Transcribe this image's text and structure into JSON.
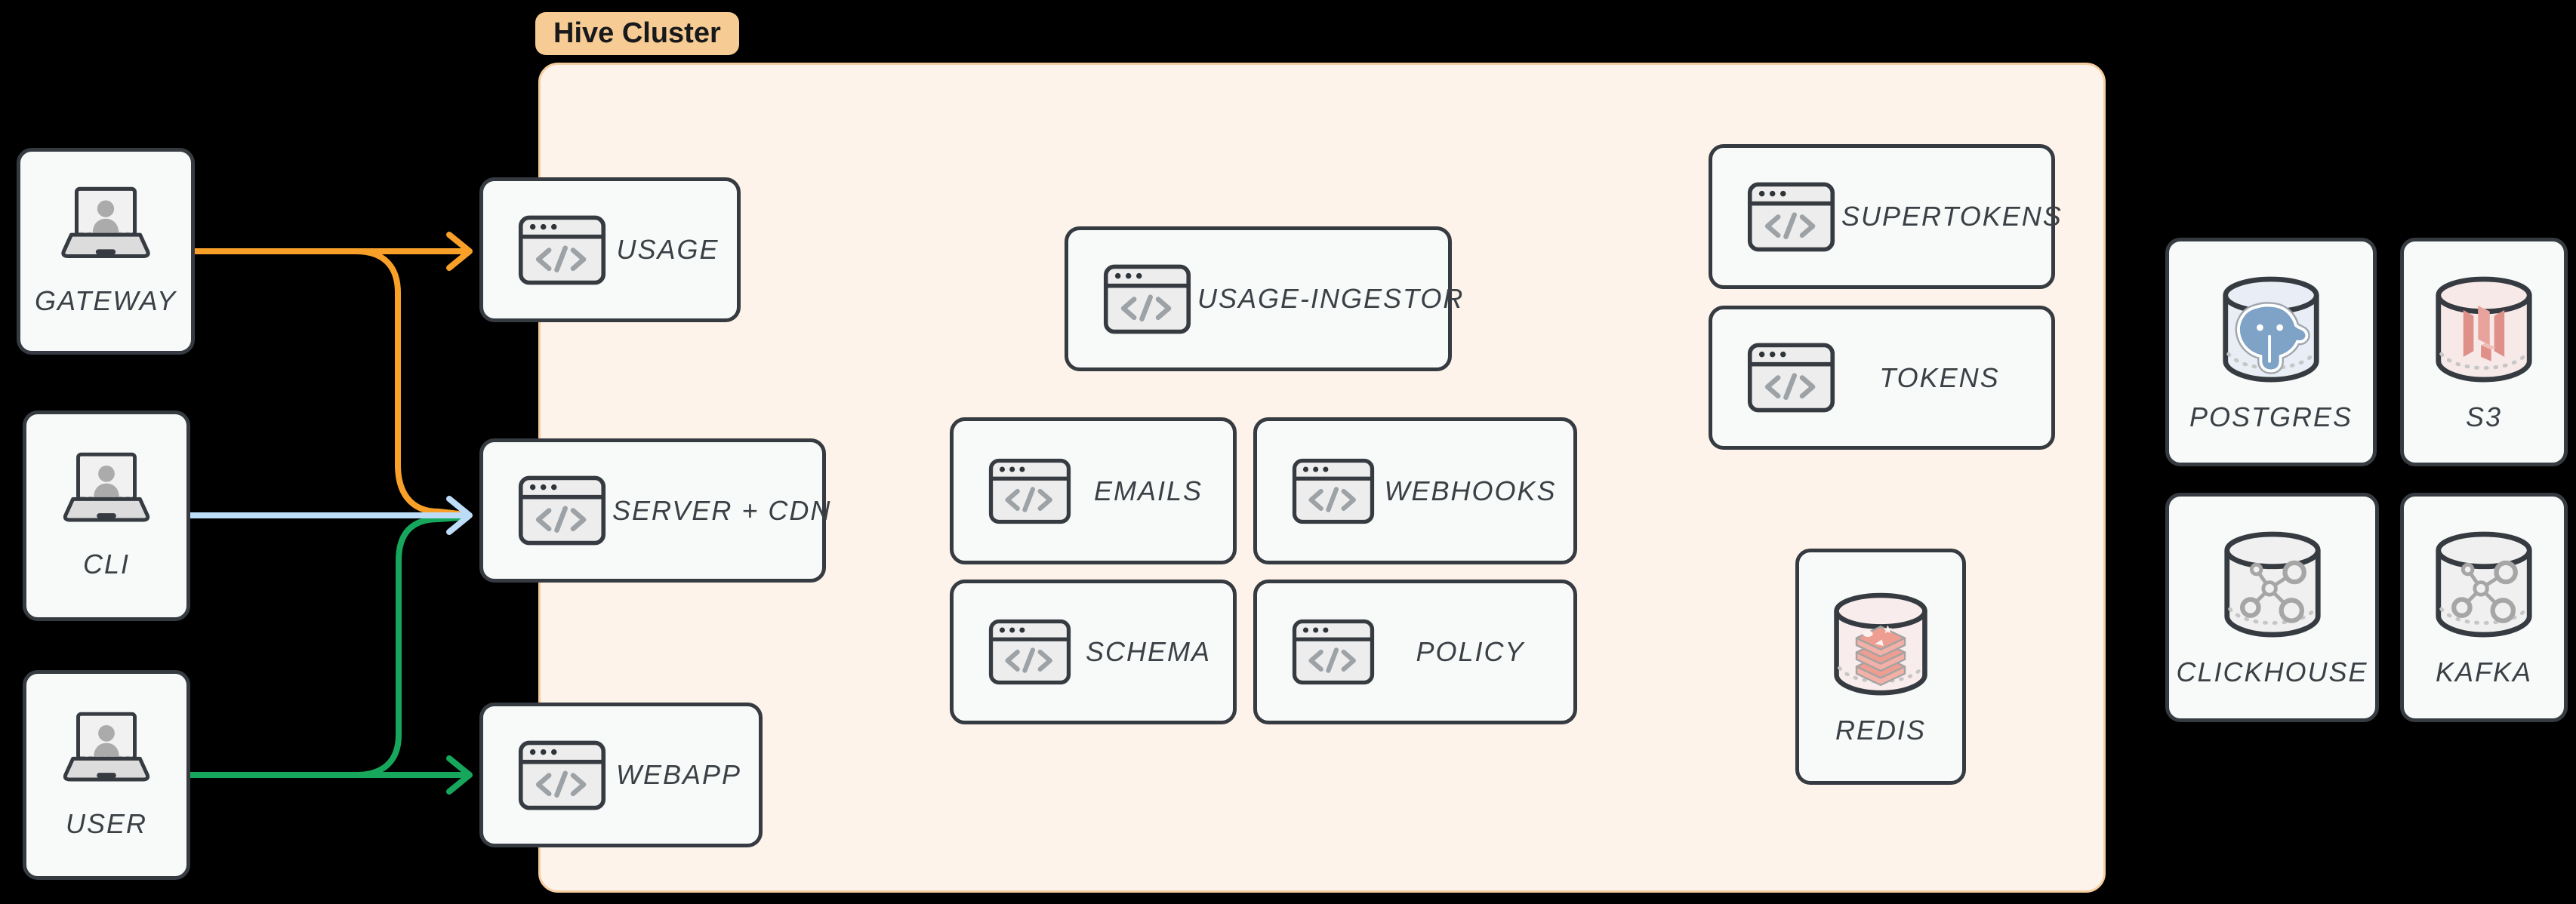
{
  "diagram": {
    "background_color": "#000000",
    "title": "Hive architecture diagram"
  },
  "cluster": {
    "label": "Hive Cluster",
    "fill": "#FEF3EA",
    "border_color": "#F5CD9F",
    "pill_bg": "#F7CB94",
    "pill_text_color": "#17191B"
  },
  "nodes": {
    "gateway": {
      "label": "GATEWAY",
      "type": "client",
      "icon": "laptop-user-icon"
    },
    "cli": {
      "label": "CLI",
      "type": "client",
      "icon": "laptop-user-icon"
    },
    "user": {
      "label": "USER",
      "type": "client",
      "icon": "laptop-user-icon"
    },
    "usage": {
      "label": "USAGE",
      "type": "service",
      "icon": "code-window-icon"
    },
    "server_cdn": {
      "label": "SERVER + CDN",
      "type": "service",
      "icon": "code-window-icon"
    },
    "webapp": {
      "label": "WEBAPP",
      "type": "service",
      "icon": "code-window-icon"
    },
    "usage_ingestor": {
      "label": "USAGE-INGESTOR",
      "type": "service",
      "icon": "code-window-icon"
    },
    "emails": {
      "label": "EMAILS",
      "type": "service",
      "icon": "code-window-icon"
    },
    "webhooks": {
      "label": "WEBHOOKS",
      "type": "service",
      "icon": "code-window-icon"
    },
    "schema": {
      "label": "SCHEMA",
      "type": "service",
      "icon": "code-window-icon"
    },
    "policy": {
      "label": "POLICY",
      "type": "service",
      "icon": "code-window-icon"
    },
    "supertokens": {
      "label": "SUPERTOKENS",
      "type": "service",
      "icon": "code-window-icon"
    },
    "tokens": {
      "label": "TOKENS",
      "type": "service",
      "icon": "code-window-icon"
    },
    "redis": {
      "label": "REDIS",
      "type": "datastore",
      "icon": "redis-cylinder-icon"
    },
    "postgres": {
      "label": "POSTGRES",
      "type": "datastore",
      "icon": "postgres-cylinder-icon"
    },
    "s3": {
      "label": "S3",
      "type": "datastore",
      "icon": "s3-cylinder-icon"
    },
    "clickhouse": {
      "label": "CLICKHOUSE",
      "type": "datastore",
      "icon": "molecule-cylinder-icon"
    },
    "kafka": {
      "label": "KAFKA",
      "type": "datastore",
      "icon": "molecule-cylinder-icon"
    }
  },
  "edges": [
    {
      "from": "GATEWAY",
      "to": "USAGE",
      "color": "#F9A029"
    },
    {
      "from": "GATEWAY",
      "to": "SERVER + CDN",
      "color": "#F9A029"
    },
    {
      "from": "CLI",
      "to": "SERVER + CDN",
      "color": "#BCDCF7"
    },
    {
      "from": "USER",
      "to": "SERVER + CDN",
      "color": "#16A75C"
    },
    {
      "from": "USER",
      "to": "WEBAPP",
      "color": "#16A75C"
    }
  ],
  "colors": {
    "arrow_orange": "#F9A029",
    "arrow_blue": "#BCDCF7",
    "arrow_green": "#16A75C",
    "node_border": "#363B41",
    "node_fill": "#F8FAF9",
    "label_text": "#3A4045",
    "postgres_fill": "#E8EDF6",
    "s3_fill": "#F8E9E9",
    "redis_fill": "#F9ECEC",
    "molecule_fill": "#F0F0F0"
  }
}
